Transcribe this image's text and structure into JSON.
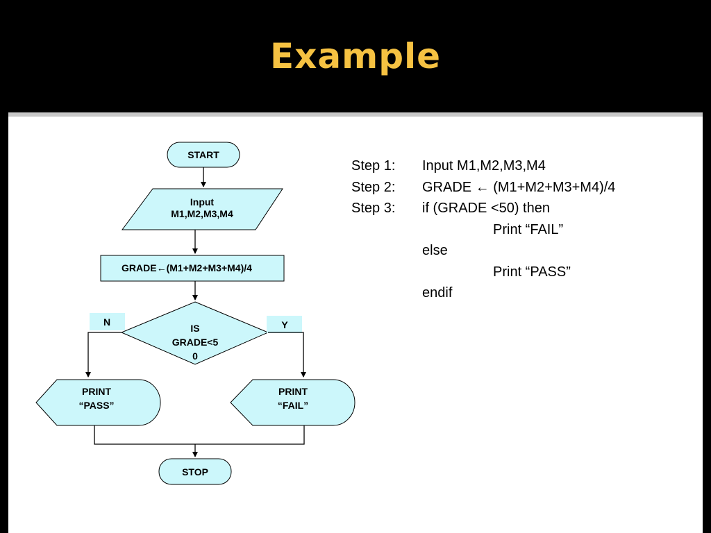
{
  "slide": {
    "title": "Example"
  },
  "flowchart": {
    "start": "START",
    "input_line1": "Input",
    "input_line2": "M1,M2,M3,M4",
    "process": "GRADE←(M1+M2+M3+M4)/4",
    "decision_line1": "IS",
    "decision_line2": "GRADE<5",
    "decision_line3": "0",
    "no_label": "N",
    "yes_label": "Y",
    "pass_line1": "PRINT",
    "pass_line2": "“PASS”",
    "fail_line1": "PRINT",
    "fail_line2": "“FAIL”",
    "stop": "STOP"
  },
  "algorithm": {
    "step1_label": "Step 1:",
    "step1_text": "Input M1,M2,M3,M4",
    "step2_label": "Step 2:",
    "step2_text": "GRADE ← (M1+M2+M3+M4)/4",
    "step3_label": "Step 3:",
    "step3_text": "if (GRADE <50) then",
    "fail_print": "Print “FAIL”",
    "else_text": "else",
    "pass_print": "Print “PASS”",
    "endif_text": "endif"
  },
  "colors": {
    "title": "#f6c242",
    "shape_fill": "#ccf7fb",
    "background": "#000000",
    "content_bg": "#ffffff"
  }
}
